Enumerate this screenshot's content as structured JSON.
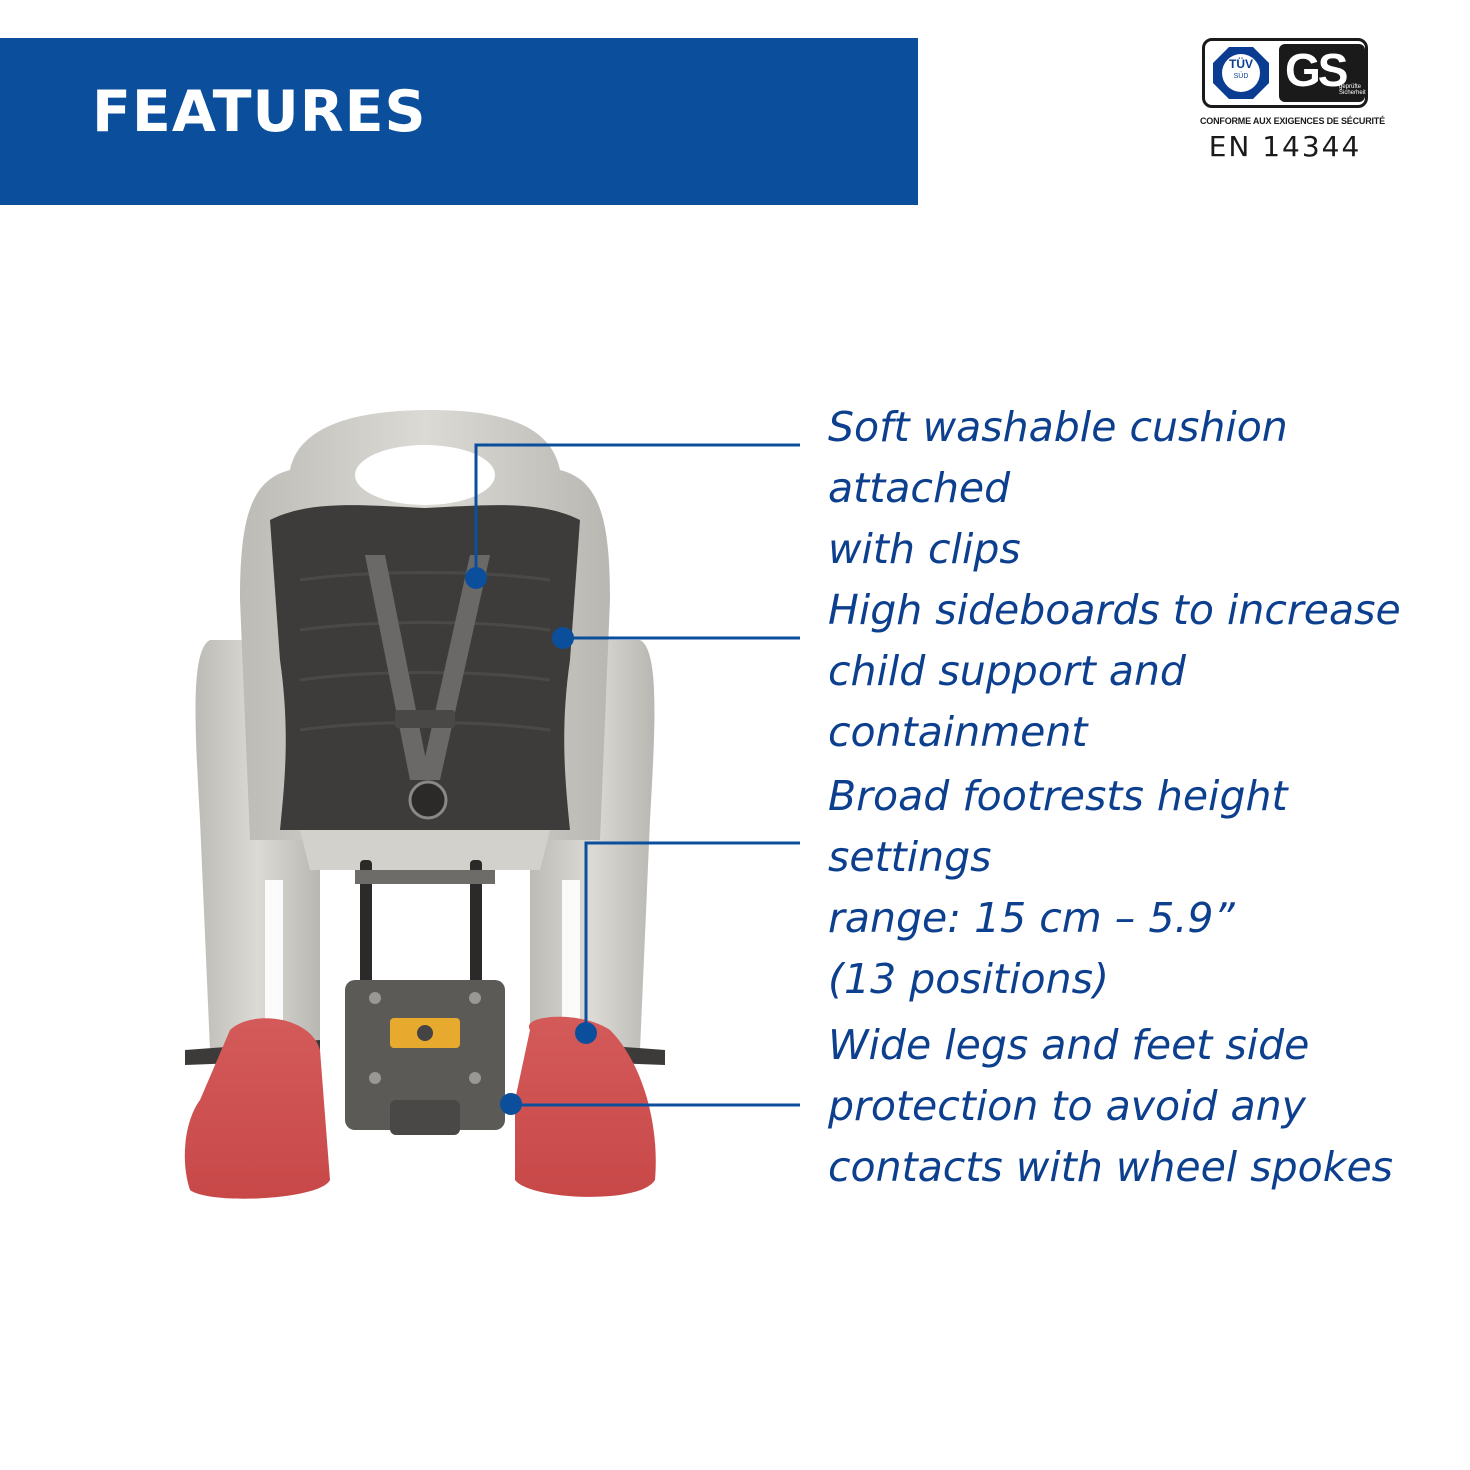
{
  "header": {
    "title": "FEATURES",
    "banner_color": "#0b4f9c"
  },
  "certification": {
    "tuv_label": "TÜV",
    "tuv_sub": "SÜD",
    "gs_label": "GS",
    "gs_sub": "geprüfte Sicherheit",
    "conformity": "CONFORME AUX EXIGENCES DE SÉCURITÉ",
    "standard": "EN 14344"
  },
  "product": {
    "image_icon": "child-bike-seat-illustration"
  },
  "features": [
    {
      "text": "Soft washable cushion attached\nwith clips"
    },
    {
      "text": "High sideboards to increase\nchild support and containment"
    },
    {
      "text": "Broad footrests height settings\nrange: 15 cm – 5.9”\n(13 positions)"
    },
    {
      "text": "Wide legs and feet side\nprotection to avoid any\ncontacts with wheel spokes"
    }
  ],
  "colors": {
    "text_blue": "#0d3f8f",
    "callout_line": "#0b4f9c",
    "seat_shell": "#c8c6c1",
    "cushion": "#3e3c3a",
    "footrest": "#c94a4a"
  }
}
